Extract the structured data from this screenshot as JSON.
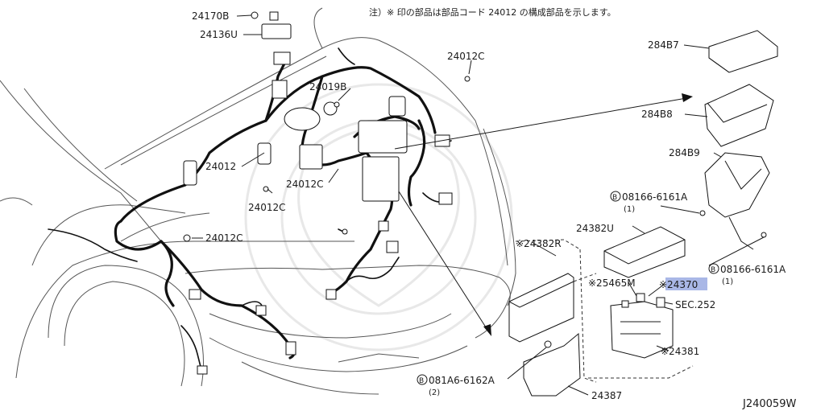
{
  "note": "注）※ 印の部品は部品コード 24012 の構成部品を示します。",
  "diagram_id": "J240059W",
  "highlight_color": "#a9b7e6",
  "labels": {
    "p24170B": "24170B",
    "p24136U": "24136U",
    "p24019B": "24019B",
    "p24012C_top": "24012C",
    "p24012": "24012",
    "p24012C_mid": "24012C",
    "p24012C_left": "24012C",
    "p24012C_lower": "24012C",
    "p284B7": "284B7",
    "p284B8": "284B8",
    "p284B9": "284B9",
    "b08166_1": "08166-6161A",
    "b08166_1_qty": "(1)",
    "b08166_2": "08166-6161A",
    "b08166_2_qty": "(1)",
    "p24382U": "24382U",
    "p24382R": "※24382R",
    "p25465M": "※25465M",
    "p24370": "※24370",
    "sec252": "SEC.252",
    "p24381": "※24381",
    "b081A6": "081A6-6162A",
    "b081A6_qty": "(2)",
    "p24387": "24387",
    "b_symbol": "B"
  }
}
